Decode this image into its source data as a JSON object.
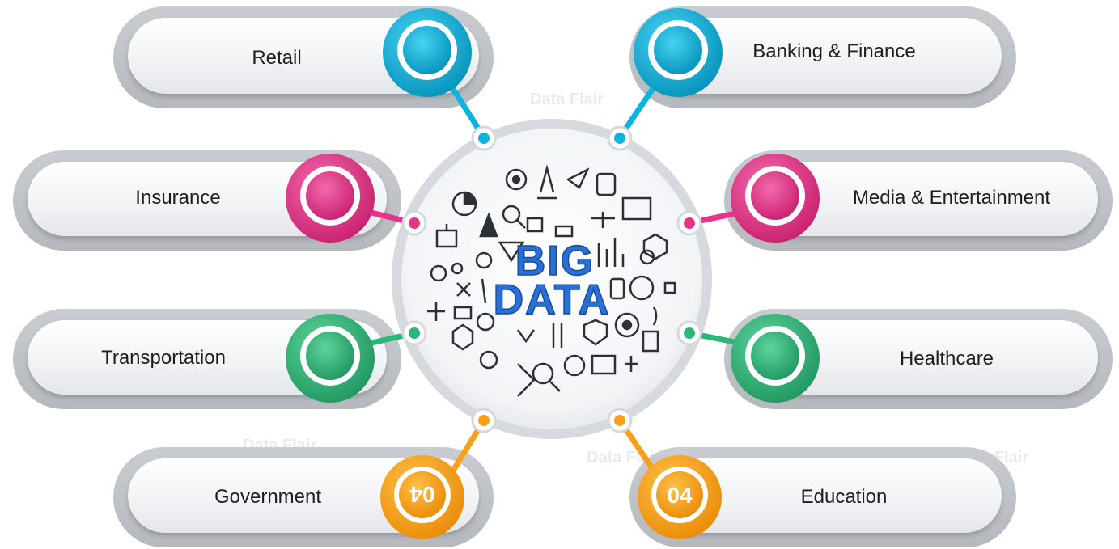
{
  "center": {
    "line1": "BIG",
    "line2": "DATA"
  },
  "sectors": [
    {
      "label": "Retail"
    },
    {
      "label": "Banking & Finance"
    },
    {
      "label": "Insurance"
    },
    {
      "label": "Media & Entertainment"
    },
    {
      "label": "Transportation"
    },
    {
      "label": "Healthcare"
    },
    {
      "label": "Government",
      "badge": "04"
    },
    {
      "label": "Education",
      "badge": "04"
    }
  ],
  "watermark": "Data Flair",
  "colors": {
    "blue": "#0ab4de",
    "magenta": "#e8338a",
    "green": "#2bb777",
    "orange": "#f7a11a",
    "title": "#2a6fd6"
  }
}
